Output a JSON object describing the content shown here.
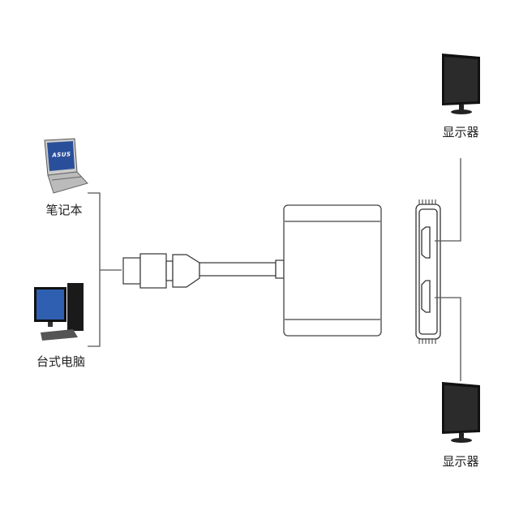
{
  "sources": {
    "laptop_label": "笔记本",
    "desktop_label": "台式电脑"
  },
  "outputs": {
    "monitor_top_label": "显示器",
    "monitor_bottom_label": "显示器"
  },
  "laptop_brand": "ASUS",
  "colors": {
    "line": "#555555",
    "screen": "#1a3a7a"
  }
}
